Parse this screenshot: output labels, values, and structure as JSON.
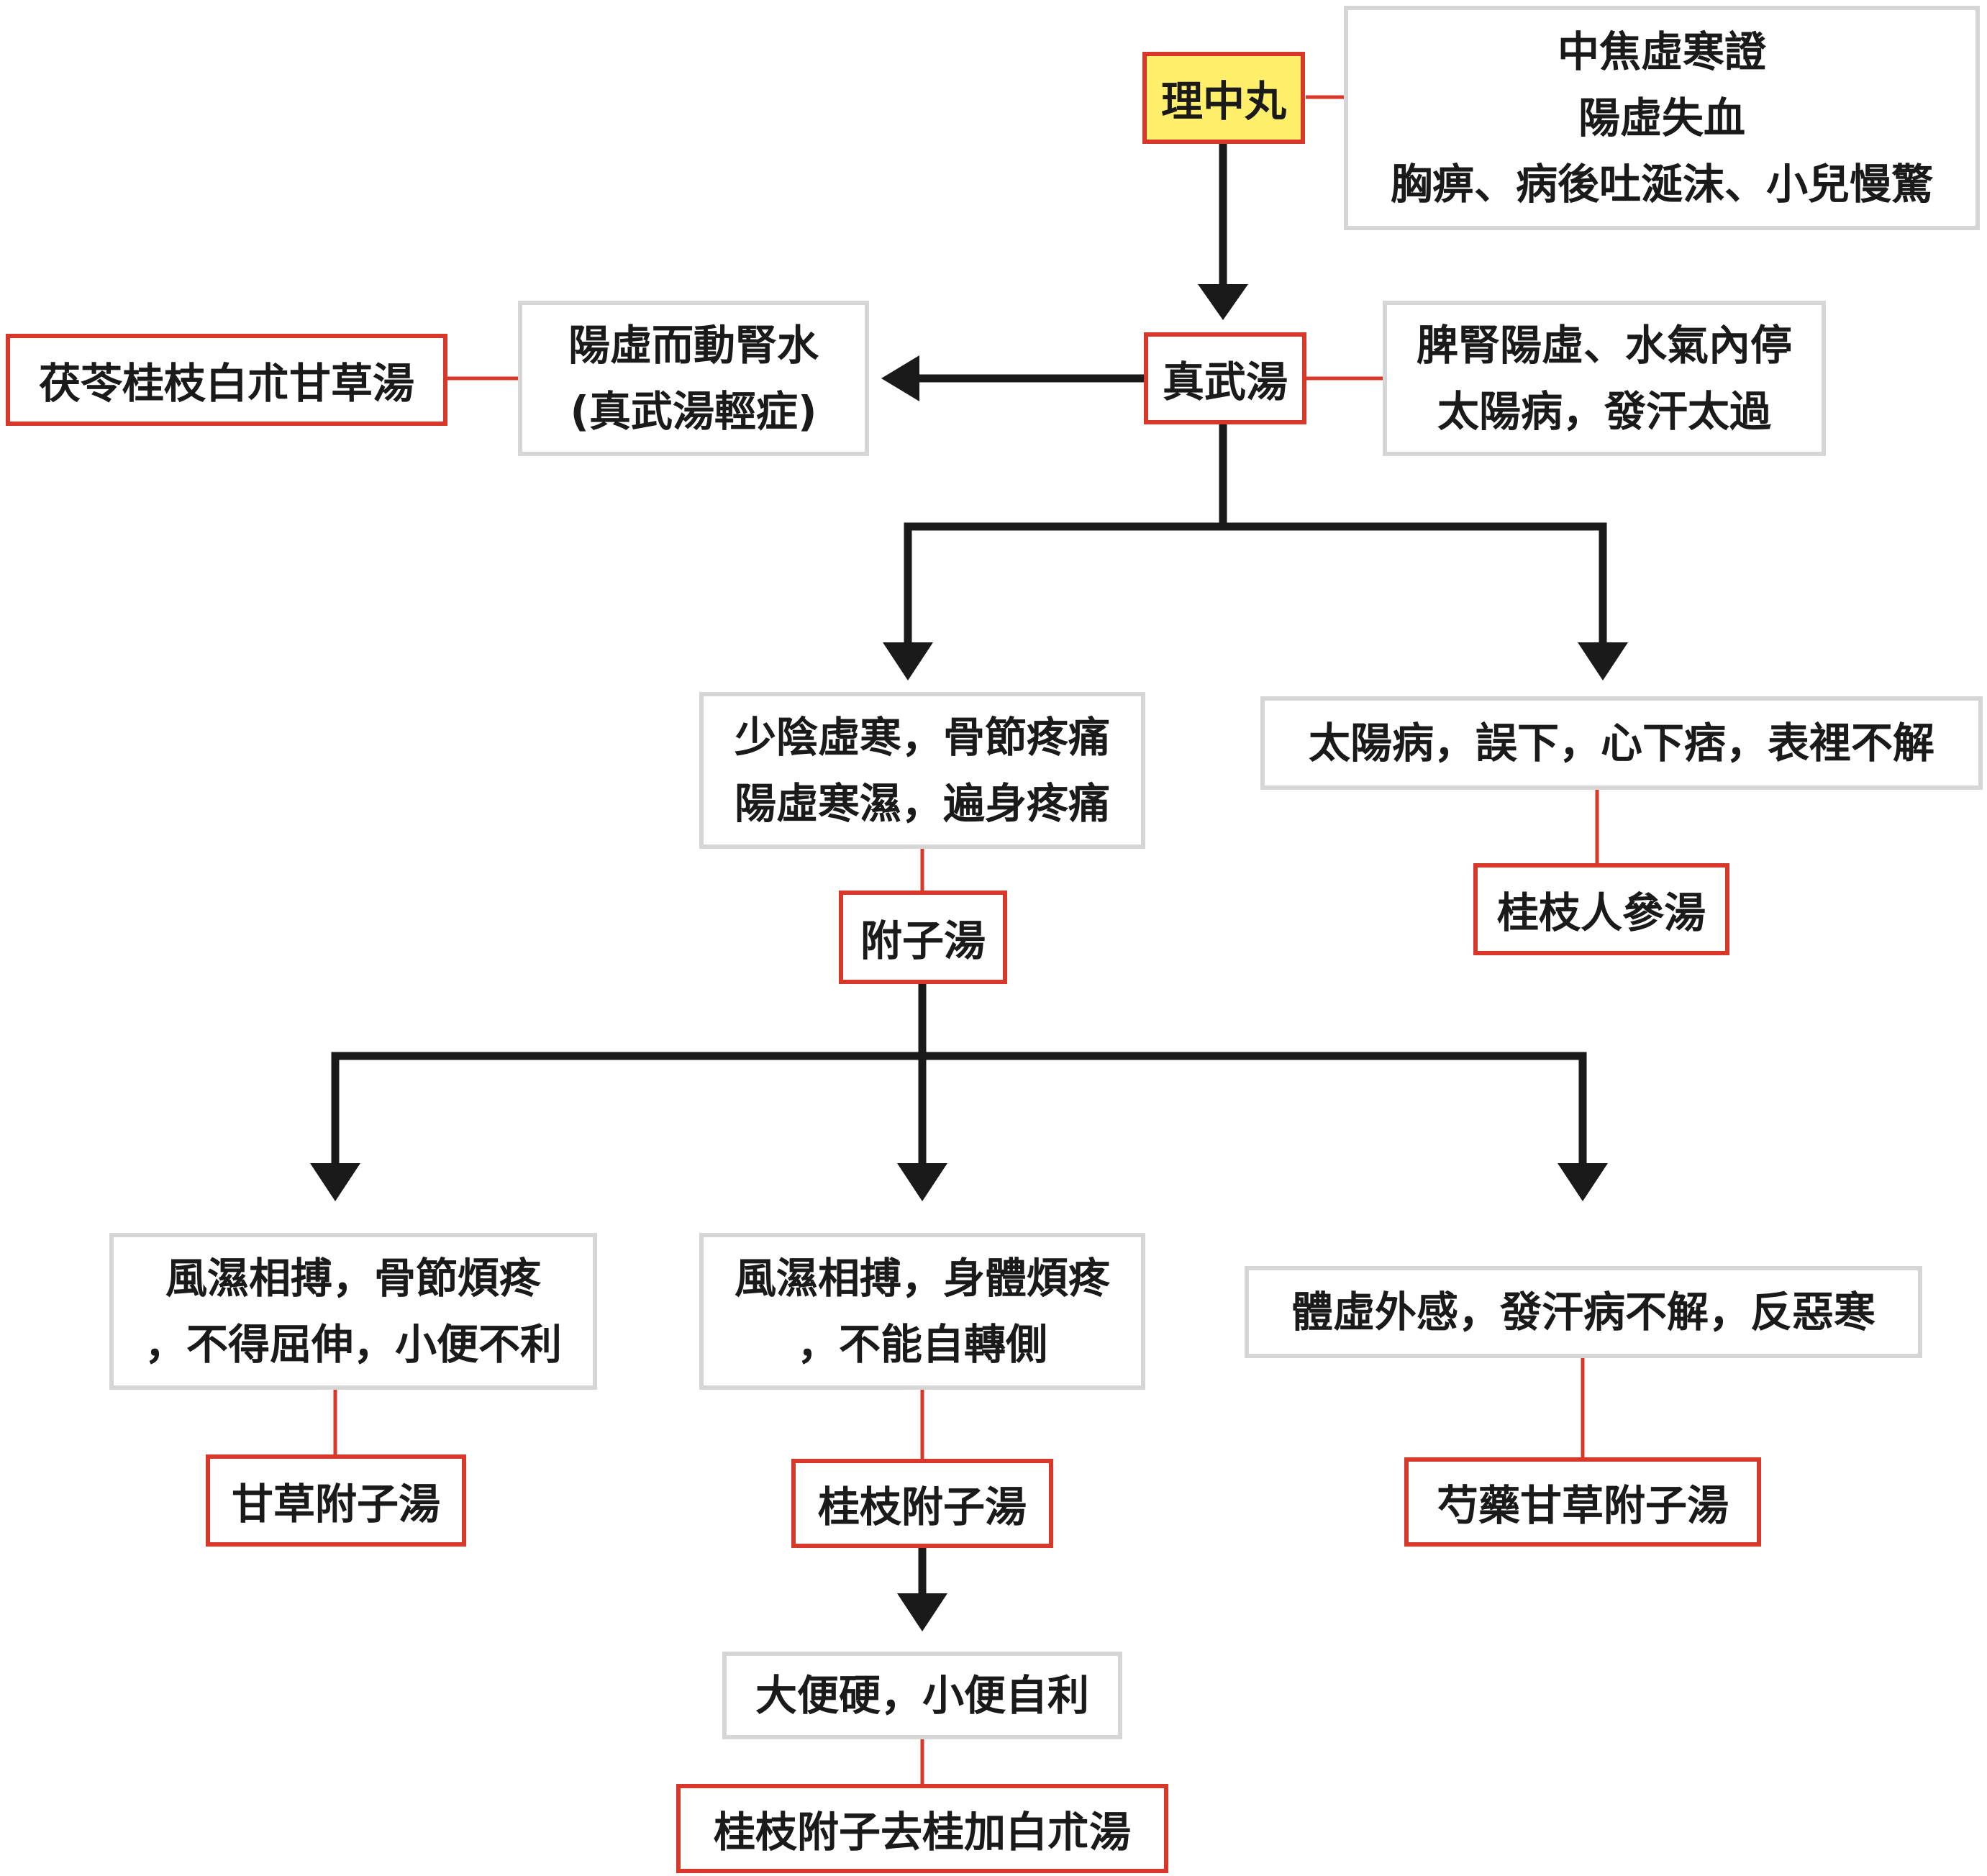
{
  "colors": {
    "formula_border": "#d8382a",
    "note_border": "#d6d6d6",
    "highlight_fill": "#ffef6b",
    "arrow": "#1a1a1a",
    "connector": "#d8382a"
  },
  "formulas": {
    "lizhong": "理中丸",
    "zhenwu": "真武湯",
    "fuling": "茯苓桂枝白朮甘草湯",
    "guizhi_renshen": "桂枝人參湯",
    "fuzi": "附子湯",
    "gancao_fuzi": "甘草附子湯",
    "guizhi_fuzi": "桂枝附子湯",
    "shaoyao_gancao_fuzi": "芍藥甘草附子湯",
    "guizhi_fuzi_qugui": "桂枝附子去桂加白朮湯"
  },
  "notes": {
    "lizhong": [
      "中焦虛寒證",
      "陽虛失血",
      "胸痹、病後吐涎沫、小兒慢驚"
    ],
    "zhenwu": [
      "脾腎陽虛、水氣內停",
      "太陽病，發汗太過"
    ],
    "fuling": [
      "陽虛而動腎水",
      "(真武湯輕症)"
    ],
    "fuzi": [
      "少陰虛寒，骨節疼痛",
      "陽虛寒濕，遍身疼痛"
    ],
    "guizhi_renshen": [
      "太陽病，誤下，心下痞，表裡不解"
    ],
    "gancao_fuzi": [
      "風濕相搏，骨節煩疼",
      "，不得屈伸，小便不利"
    ],
    "guizhi_fuzi": [
      "風濕相搏，身體煩疼",
      "，不能自轉側"
    ],
    "shaoyao_gancao_fuzi": [
      "體虛外感，發汗病不解，反惡寒"
    ],
    "guizhi_fuzi_qugui": [
      "大便硬，小便自利"
    ]
  }
}
